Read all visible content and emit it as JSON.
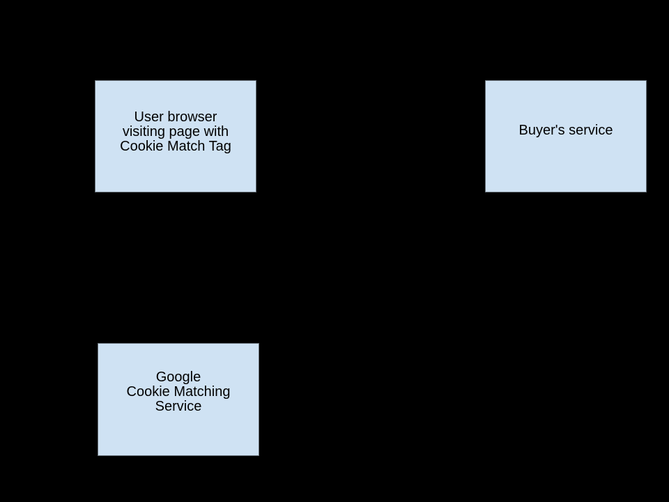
{
  "colors": {
    "background": "#000000",
    "node_fill": "#cfe2f3",
    "node_border": "#687179",
    "text": "#000000"
  },
  "diagram": {
    "type": "flow-diagram",
    "nodes": {
      "user_browser": {
        "lines": [
          "User browser",
          "visiting page with",
          "Cookie Match Tag"
        ]
      },
      "buyers_service": {
        "lines": [
          "Buyer's service"
        ]
      },
      "google_cookie_matching": {
        "lines": [
          "Google",
          "Cookie Matching",
          "Service"
        ]
      }
    }
  }
}
